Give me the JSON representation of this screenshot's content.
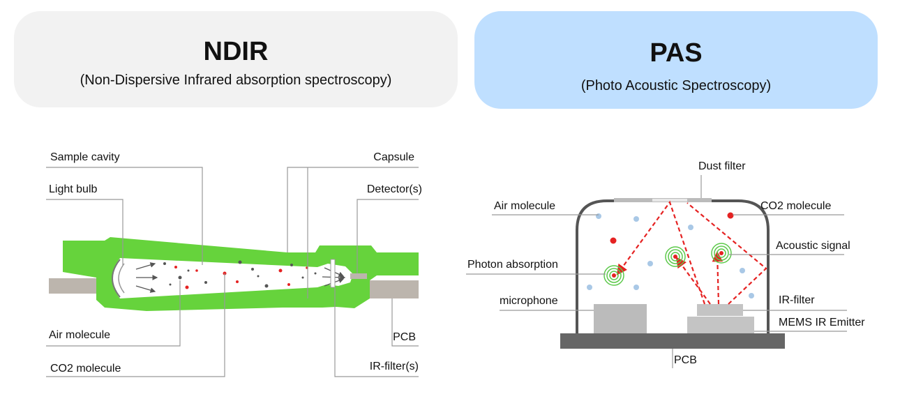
{
  "ndir": {
    "title": "NDIR",
    "subtitle": "(Non-Dispersive Infrared absorption spectroscopy)",
    "labels": {
      "sample_cavity": "Sample cavity",
      "light_bulb": "Light bulb",
      "air_molecule": "Air molecule",
      "co2_molecule": "CO2 molecule",
      "capsule": "Capsule",
      "detector": "Detector(s)",
      "pcb": "PCB",
      "ir_filter": "IR-filter(s)"
    }
  },
  "pas": {
    "title": "PAS",
    "subtitle": "(Photo Acoustic Spectroscopy)",
    "labels": {
      "dust_filter": "Dust filter",
      "air_molecule": "Air molecule",
      "co2_molecule": "CO2 molecule",
      "acoustic_signal": "Acoustic signal",
      "photon_absorption": "Photon absorption",
      "microphone": "microphone",
      "ir_filter": "IR-filter",
      "mems_ir_emitter": "MEMS IR Emitter",
      "pcb": "PCB"
    }
  },
  "colors": {
    "capsule_green": "#66d33c",
    "pcb_gray": "#bcb5ad",
    "co2_red": "#e52222",
    "air_blue": "#a9c8e6",
    "beam_red": "#e52222",
    "ring_green": "#5cc94a"
  }
}
